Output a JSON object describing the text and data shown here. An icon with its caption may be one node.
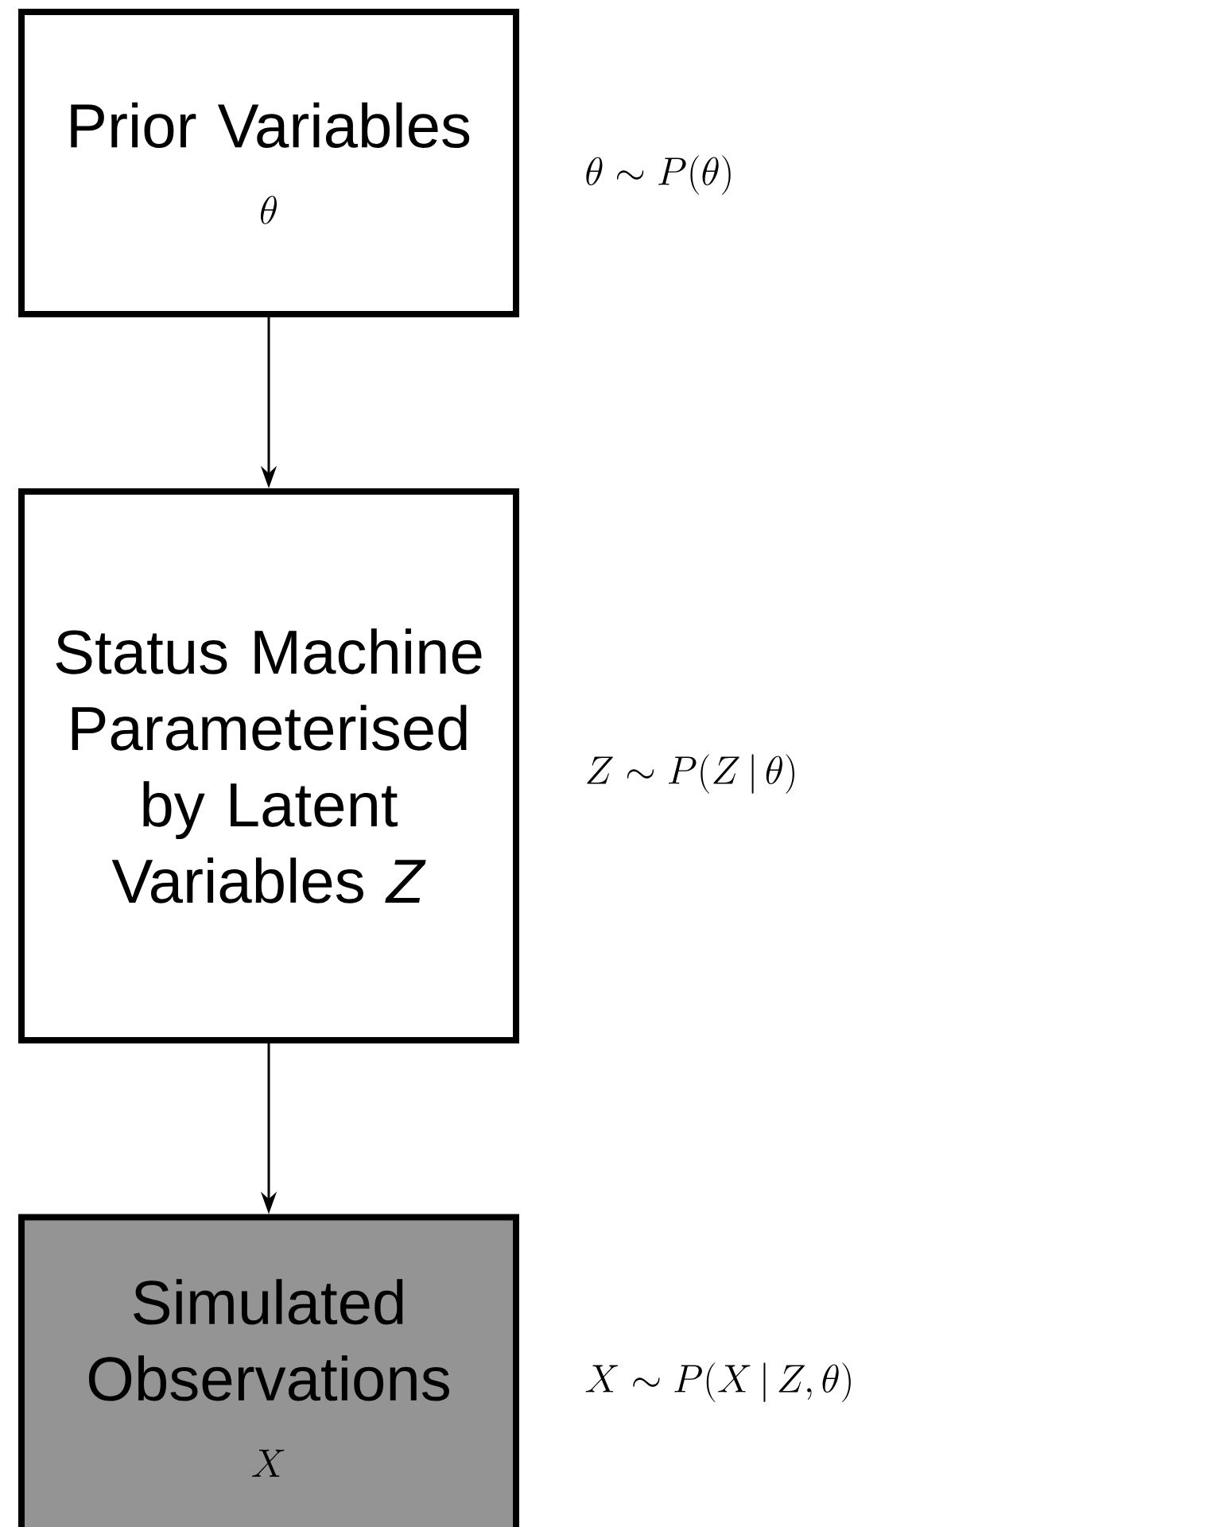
{
  "diagram": {
    "nodes": [
      {
        "text": [
          "Prior Variables",
          "\\theta"
        ]
      },
      {
        "text": [
          "Status Machine Parameterised by Latent Variables *Z*"
        ]
      },
      {
        "text": [
          "Simulated Observations",
          "X"
        ]
      }
    ],
    "edges": [
      {
        "from": 0,
        "to": 1,
        "arrow": "to"
      },
      {
        "from": 1,
        "to": 2,
        "arrow": "to"
      }
    ],
    "labels": [
      "\\theta \\sim P(\\theta)",
      "Z \\sim P(Z\\,|\\,\\theta)",
      "X \\sim P(X\\,|\\,Z, \\theta)"
    ]
  }
}
